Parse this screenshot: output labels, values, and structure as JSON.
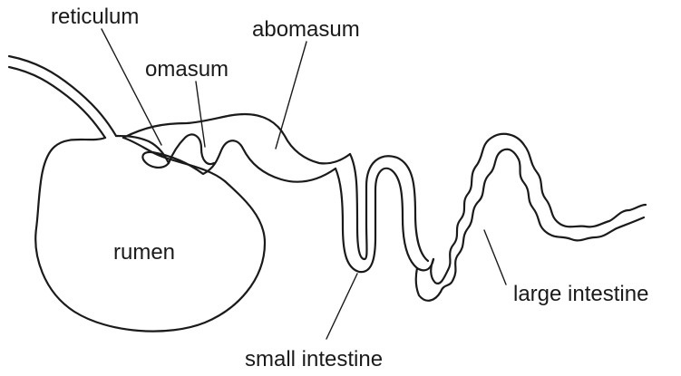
{
  "labels": {
    "reticulum": "reticulum",
    "omasum": "omasum",
    "abomasum": "abomasum",
    "rumen": "rumen",
    "small_intestine": "small intestine",
    "large_intestine": "large intestine"
  },
  "colors": {
    "line": "#1a1a1a",
    "background": "#ffffff"
  }
}
